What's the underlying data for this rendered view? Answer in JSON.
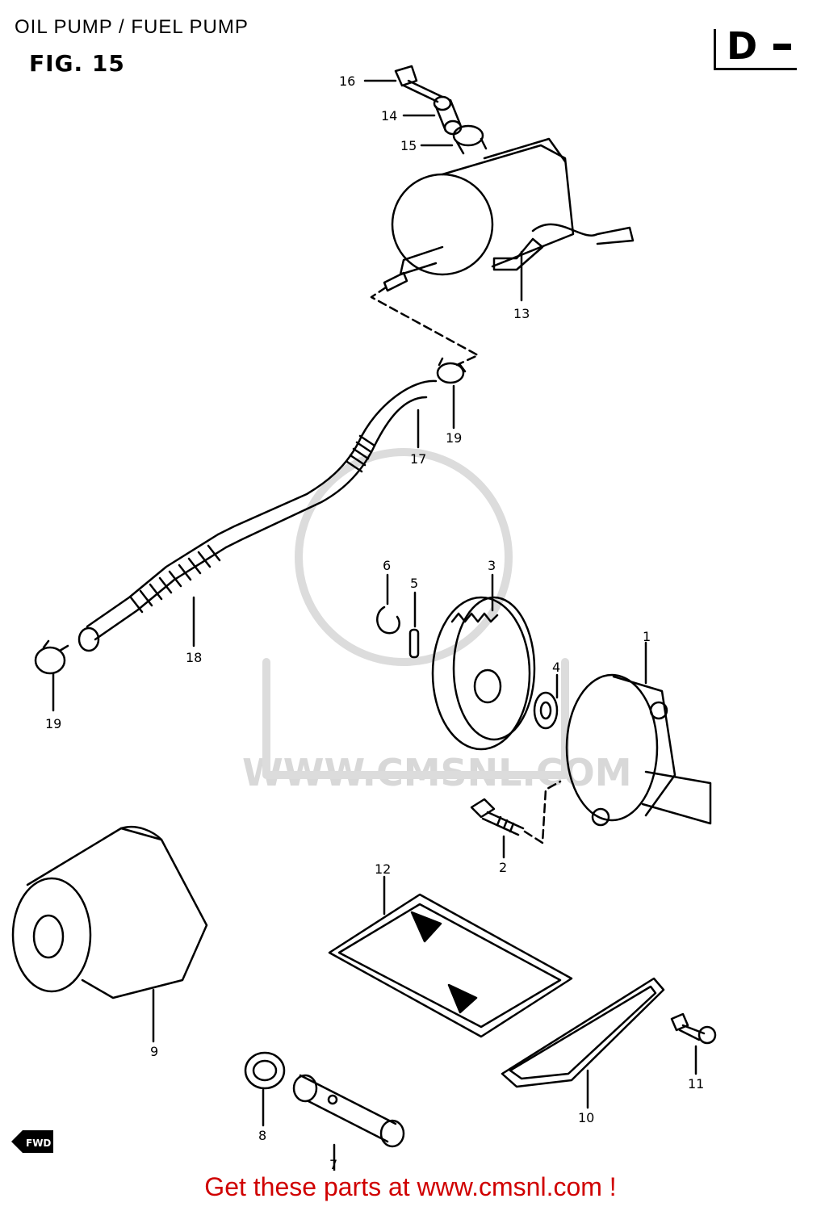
{
  "header": {
    "title": "OIL PUMP / FUEL PUMP",
    "figure": "FIG. 15",
    "section_letter": "D"
  },
  "watermark": "WWW.CMSNL.COM",
  "footer": "Get these parts at www.cmsnl.com !",
  "fwd_label": "FWD",
  "callouts": {
    "c1": "1",
    "c2": "2",
    "c3": "3",
    "c4": "4",
    "c5": "5",
    "c6": "6",
    "c7": "7",
    "c8": "8",
    "c9": "9",
    "c10": "10",
    "c11": "11",
    "c12": "12",
    "c13": "13",
    "c14": "14",
    "c15": "15",
    "c16": "16",
    "c17": "17",
    "c18": "18",
    "c19a": "19",
    "c19b": "19"
  },
  "colors": {
    "line": "#000000",
    "footer": "#d00000",
    "watermark": "#d8d8d8"
  }
}
